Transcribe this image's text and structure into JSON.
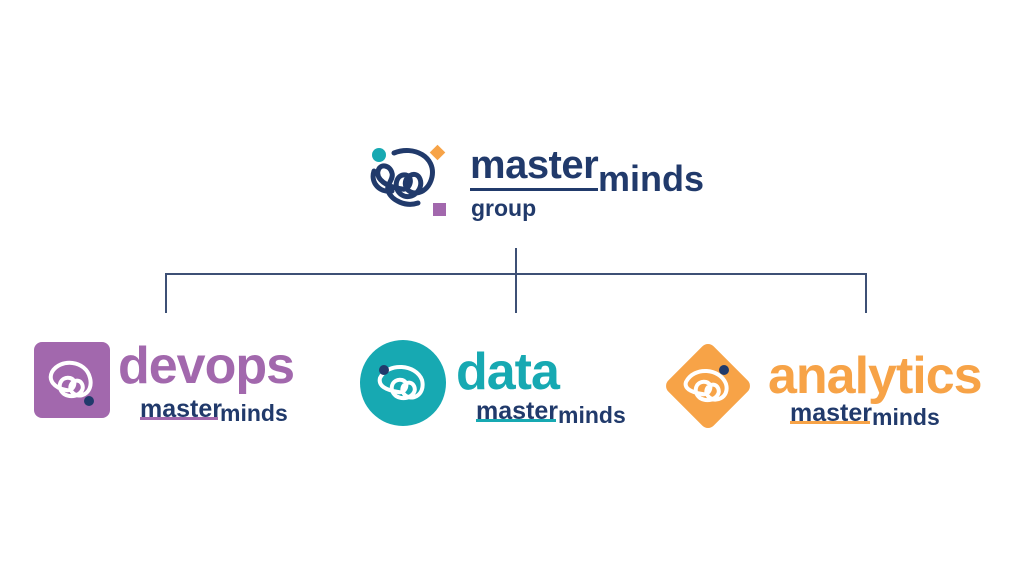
{
  "colors": {
    "navy": "#213a6b",
    "teal": "#17a9b2",
    "purple": "#a268ad",
    "orange": "#f7a347",
    "connector": "#3d5075"
  },
  "group": {
    "word_master": "master",
    "word_minds": "minds",
    "word_group": "group",
    "icon": "brain-scribble-icon"
  },
  "divisions": [
    {
      "name": "devops",
      "word_master": "master",
      "word_minds": "minds",
      "accent": "#a268ad",
      "icon": "brain-scribble-icon"
    },
    {
      "name": "data",
      "word_master": "master",
      "word_minds": "minds",
      "accent": "#17a9b2",
      "icon": "brain-scribble-icon"
    },
    {
      "name": "analytics",
      "word_master": "master",
      "word_minds": "minds",
      "accent": "#f7a347",
      "icon": "brain-scribble-icon"
    }
  ]
}
